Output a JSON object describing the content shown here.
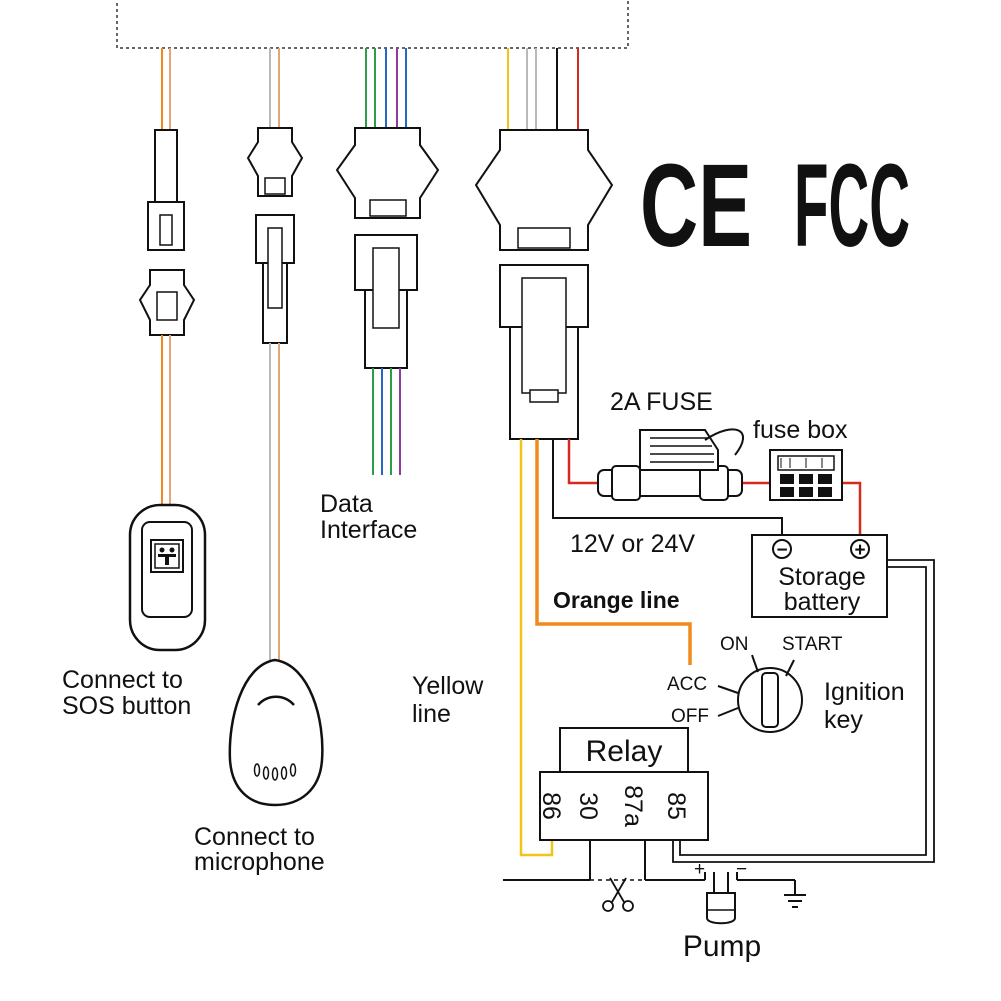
{
  "certifications": {
    "ce": "CE",
    "fcc": "FCC"
  },
  "connectors": {
    "sos": {
      "label_line1": "Connect to",
      "label_line2": "SOS button"
    },
    "microphone": {
      "label_line1": "Connect to",
      "label_line2": "microphone"
    },
    "data": {
      "label_line1": "Data",
      "label_line2": "Interface"
    }
  },
  "power": {
    "fuse_label": "2A FUSE",
    "fuse_box_label": "fuse box",
    "voltage_label": "12V or 24V",
    "battery": {
      "minus": "−",
      "plus": "+",
      "line1": "Storage",
      "line2": "battery"
    }
  },
  "lines": {
    "orange": "Orange line",
    "yellow_line1": "Yellow",
    "yellow_line2": "line"
  },
  "ignition": {
    "on": "ON",
    "start": "START",
    "acc": "ACC",
    "off": "OFF",
    "label_line1": "Ignition",
    "label_line2": "key"
  },
  "relay": {
    "title": "Relay",
    "pins": [
      "86",
      "30",
      "87a",
      "85"
    ]
  },
  "pump": {
    "label": "Pump",
    "plus": "+",
    "minus": "−"
  },
  "colors": {
    "orange": "#f08a1c",
    "yellow": "#f2c318",
    "red": "#d62a1e",
    "green": "#2c9e48",
    "blue": "#2467c4",
    "purple": "#8a3fa0",
    "gray": "#b9b9b9",
    "tan": "#e0a878",
    "black": "#111111"
  }
}
